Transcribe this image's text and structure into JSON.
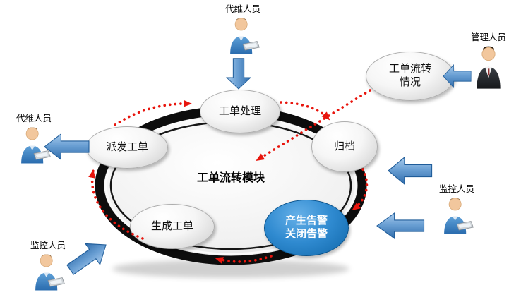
{
  "center": {
    "label": "工单流转模块"
  },
  "nodes": {
    "process": {
      "label": "工单处理"
    },
    "dispatch": {
      "label": "派发工单"
    },
    "archive": {
      "label": "归档"
    },
    "generate": {
      "label": "生成工单"
    },
    "alarm": {
      "line1": "产生告警",
      "line2": "关闭告警"
    },
    "status": {
      "line1": "工单流转",
      "line2": "情况"
    }
  },
  "actors": {
    "top": {
      "label": "代维人员"
    },
    "left": {
      "label": "代维人员"
    },
    "manager": {
      "label": "管理人员"
    },
    "monitor_right": {
      "label": "监控人员"
    },
    "monitor_bottom": {
      "label": "监控人员"
    }
  },
  "colors": {
    "alarm_node_fill": "#1b79c0",
    "node_fill_gray": "#dedede",
    "flow_dotted_red": "#e8150d",
    "block_arrow_blue": "#5a92c8",
    "ring_black": "#0d0d0d"
  }
}
